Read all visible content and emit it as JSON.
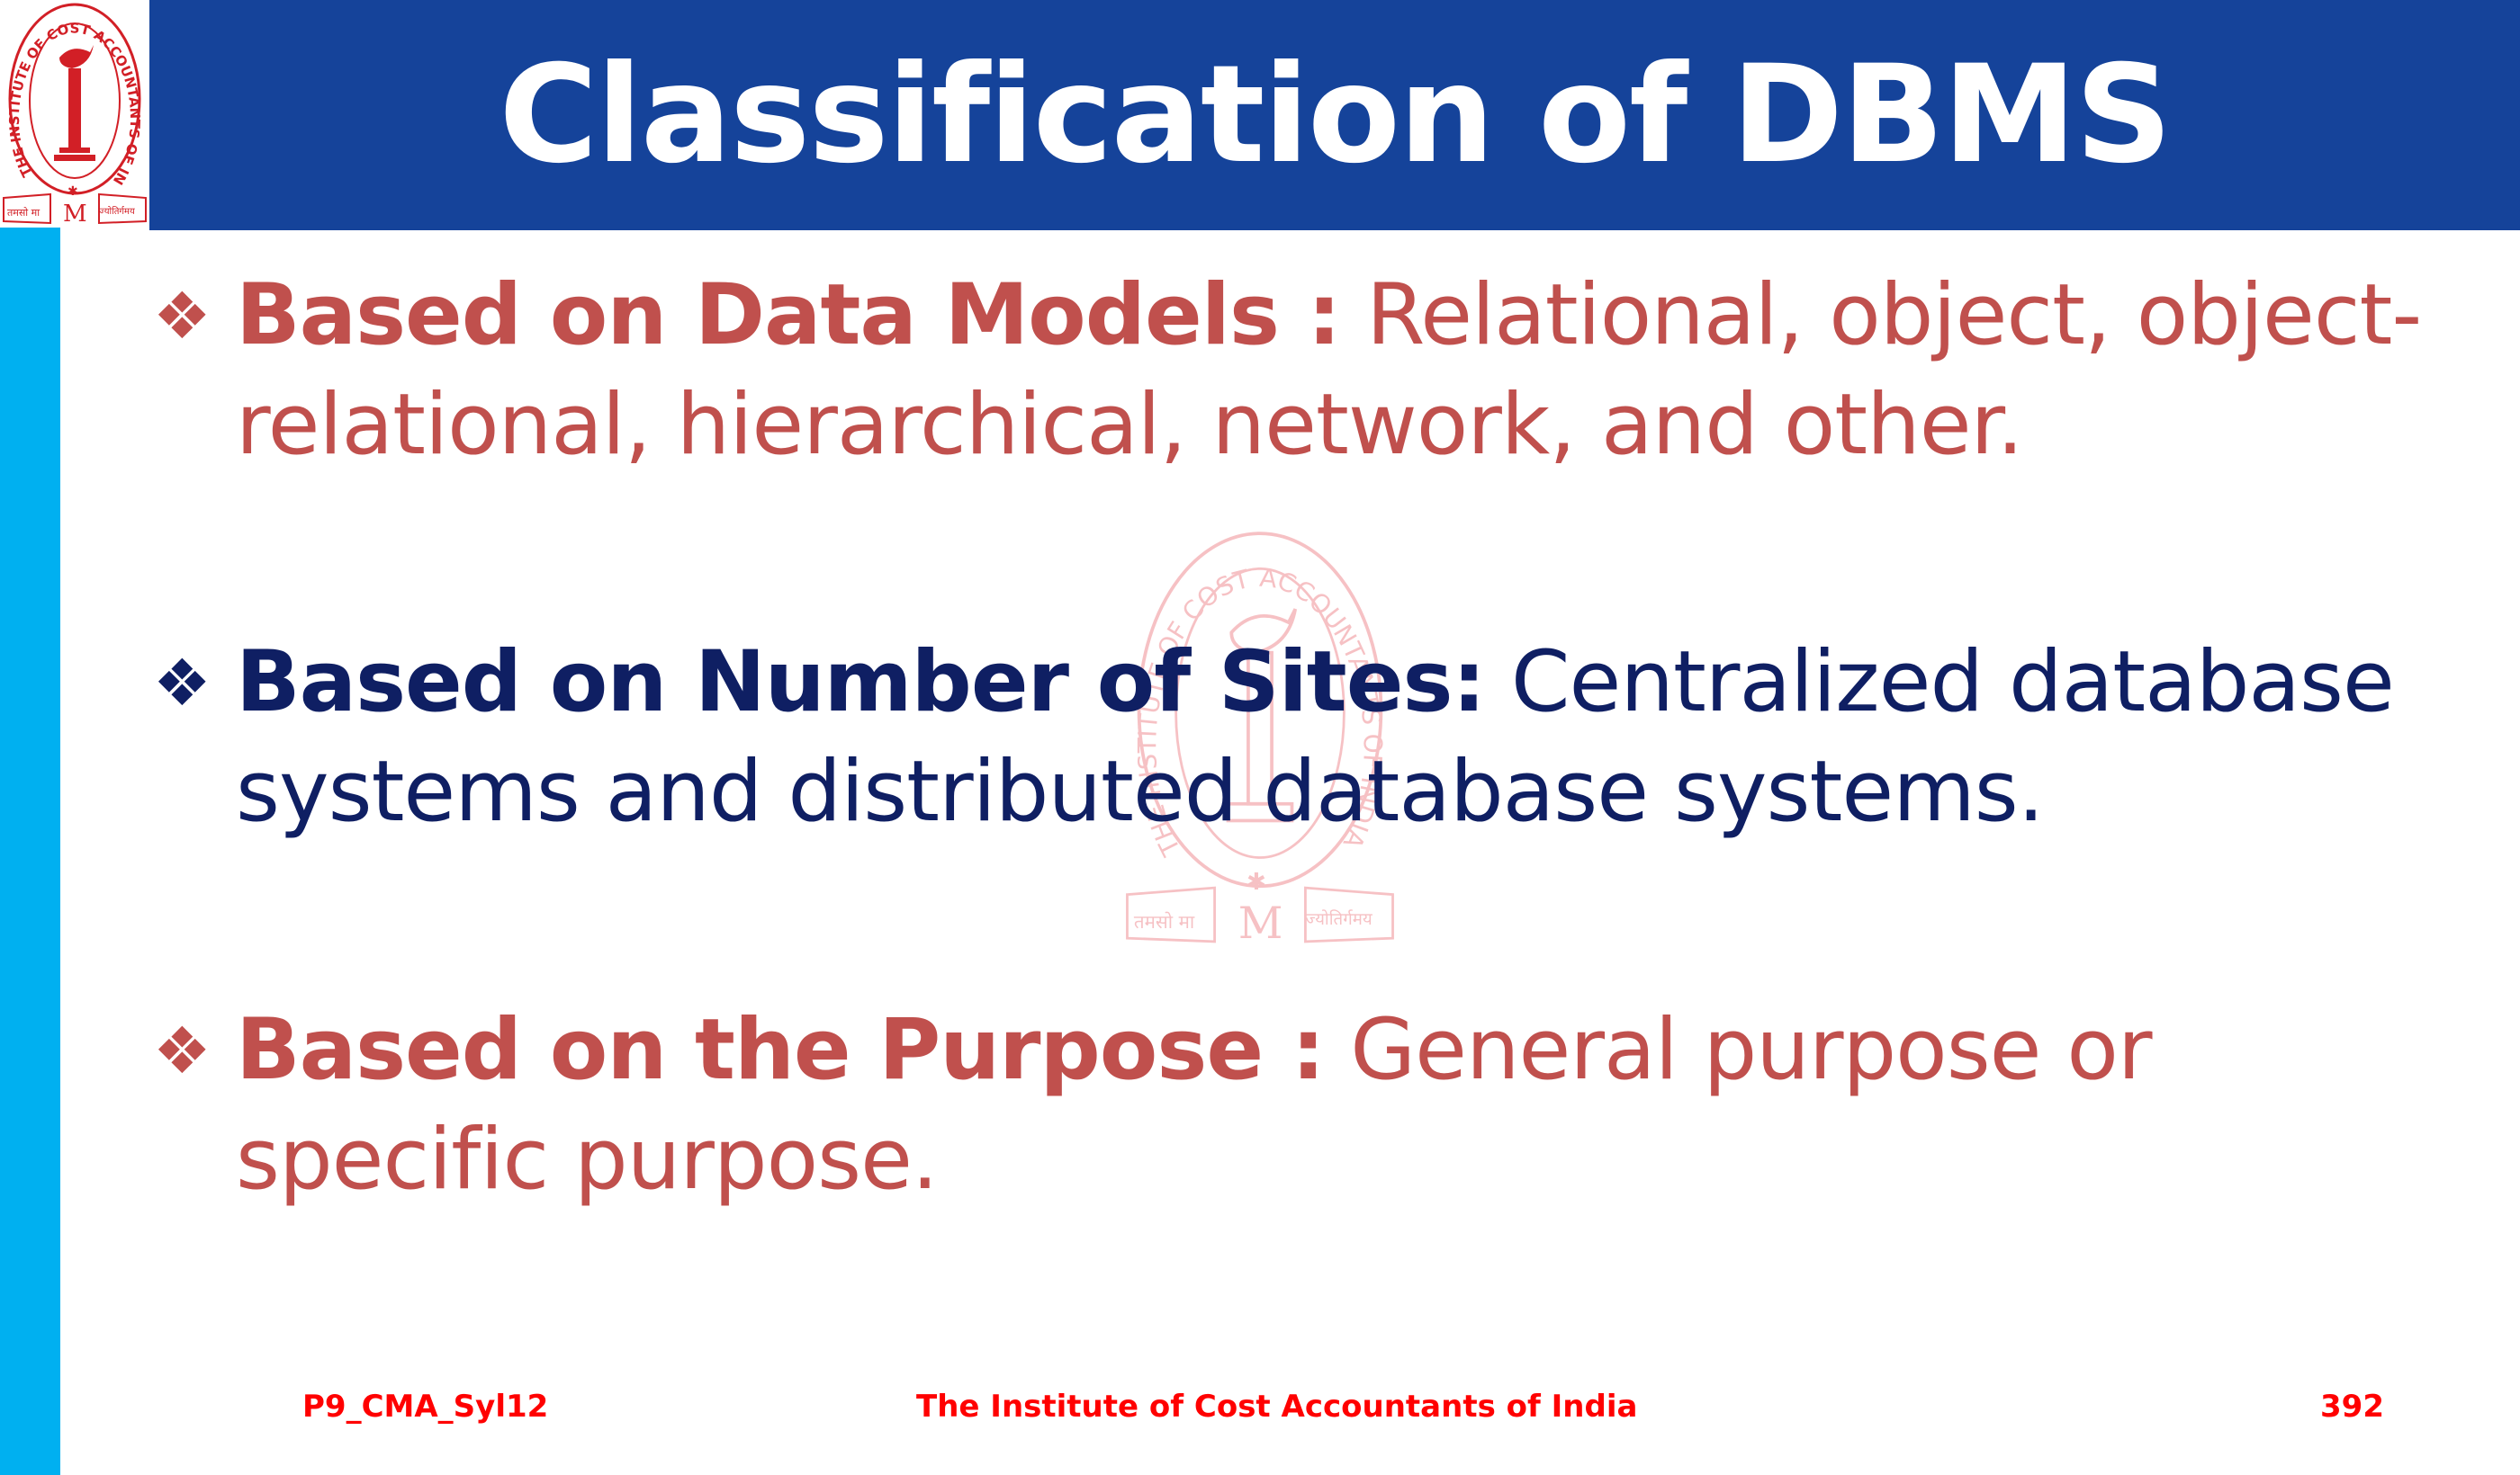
{
  "header": {
    "title": "Classification of DBMS"
  },
  "logo": {
    "text": "THE INSTITUTE OF COST ACCOUNTANTS OF INDIA",
    "motto_left": "तमसो मा",
    "motto_right": "ज्योतिर्गमय",
    "monogram": "M"
  },
  "bullets": [
    {
      "icon": "diamond-bullet-icon",
      "glyph": "❖",
      "heading": "Based on Data Models :",
      "line1": " Relational, object, object-",
      "line2": "relational, hierarchical, network, and other.",
      "color": "#C0504D"
    },
    {
      "icon": "diamond-bullet-icon",
      "glyph": "❖",
      "heading": "Based on Number of Sites:",
      "line1": " Centralized  database",
      "line2": "systems and distributed database systems.",
      "color": "#0F1F63"
    },
    {
      "icon": "diamond-bullet-icon",
      "glyph": "❖",
      "heading": "Based on the Purpose :",
      "line1": " General purpose or",
      "line2": "specific purpose.",
      "color": "#C0504D"
    }
  ],
  "footer": {
    "left": "P9_CMA_Syl12",
    "center": "The Institute of Cost Accountants of India",
    "right": "392"
  },
  "colors": {
    "header": "#15439A",
    "strip": "#00B0F0",
    "footer": "#FF0000"
  }
}
